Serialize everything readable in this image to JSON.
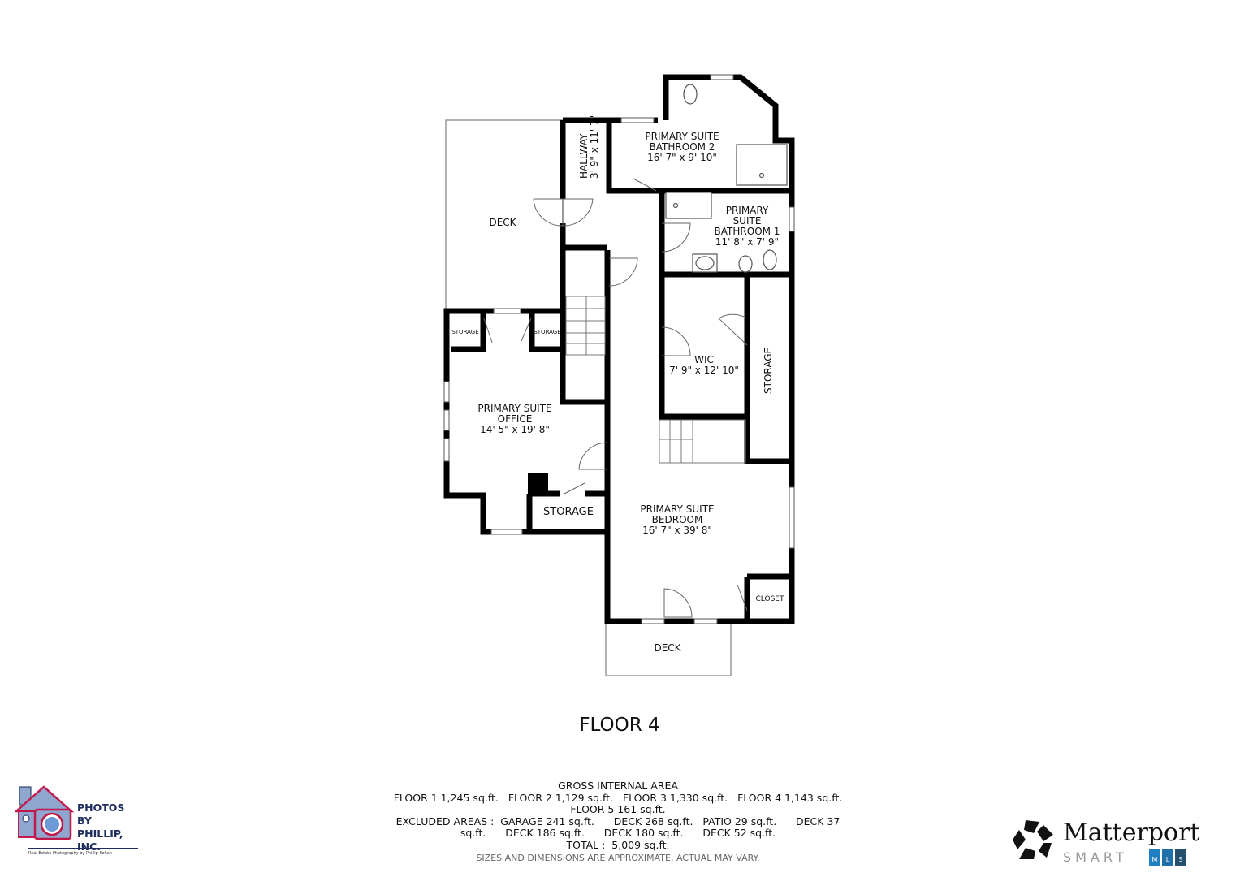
{
  "floor_title": "FLOOR 4",
  "rooms": {
    "deck_top": "DECK",
    "hallway": {
      "name": "HALLWAY",
      "dims": "3' 9\" x 11' 7\""
    },
    "bath2": {
      "name1": "PRIMARY SUITE",
      "name2": "BATHROOM 2",
      "dims": "16' 7\" x 9' 10\""
    },
    "bath1": {
      "name1": "PRIMARY",
      "name2": "SUITE",
      "name3": "BATHROOM 1",
      "dims": "11' 8\" x 7' 9\""
    },
    "storage_left": "STORAGE",
    "storage_right": "STORAGE",
    "office": {
      "name1": "PRIMARY SUITE",
      "name2": "OFFICE",
      "dims": "14' 5\" x 19' 8\""
    },
    "wic": {
      "name": "WIC",
      "dims": "7' 9\" x 12' 10\""
    },
    "storage_tall": "STORAGE",
    "storage_bottom": "STORAGE",
    "bedroom": {
      "name1": "PRIMARY SUITE",
      "name2": "BEDROOM",
      "dims": "16' 7\" x 39' 8\""
    },
    "closet": "CLOSET",
    "deck_bottom": "DECK"
  },
  "areas": {
    "heading": "GROSS INTERNAL AREA",
    "line1": "FLOOR 1 1,245 sq.ft.   FLOOR 2 1,129 sq.ft.   FLOOR 3 1,330 sq.ft.   FLOOR 4 1,143 sq.ft.",
    "line2": "FLOOR 5 161 sq.ft.",
    "line3": "EXCLUDED AREAS :  GARAGE 241 sq.ft.      DECK 268 sq.ft.   PATIO 29 sq.ft.      DECK 37",
    "line4": "sq.ft.      DECK 186 sq.ft.      DECK 180 sq.ft.      DECK 52 sq.ft.",
    "total": "TOTAL :  5,009 sq.ft.",
    "note": "SIZES AND DIMENSIONS ARE APPROXIMATE, ACTUAL MAY VARY."
  },
  "logo": {
    "line1": "PHOTOS",
    "line2": "BY",
    "line3": "PHILLIP, INC.",
    "tagline": "Real Estate Photography by Phillip Kohan"
  },
  "matterport": {
    "wordmark": "Matterport",
    "smart": "SMART",
    "mls": [
      "M",
      "L",
      "S"
    ]
  },
  "colors": {
    "wall": "#000000",
    "logo_navy": "#1e2d5c",
    "logo_red": "#c0194a",
    "mls_blue": "#1f7fc1"
  }
}
